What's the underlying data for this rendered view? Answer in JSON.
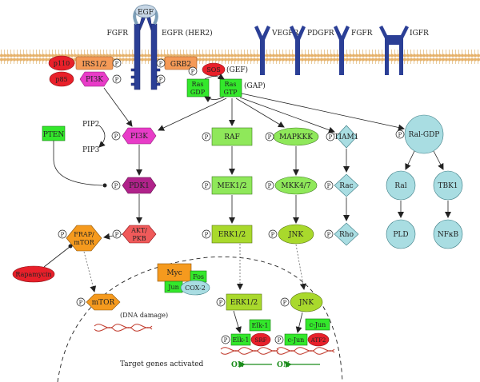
{
  "receptors": {
    "egf": "EGF",
    "fgfr_left": "FGFR",
    "egfr": "EGFR (HER2)",
    "vegfr": "VEGFR",
    "pdgfr": "PDGFR",
    "fgfr_right": "FGFR",
    "igfr": "IGFR"
  },
  "adaptors": {
    "p110": "p110",
    "p85": "p85",
    "irs": "IRS1/2",
    "pi3k_membrane": "PI3K",
    "grb2": "GRB2",
    "sos": "SOS",
    "gef": "(GEF)",
    "gap": "(GAP)",
    "ras_gdp": [
      "Ras",
      "GDP"
    ],
    "ras_gtp": [
      "Ras",
      "GTP"
    ]
  },
  "pi3k_branch": {
    "pten": "PTEN",
    "pip2": "PIP2",
    "pip3": "PIP3",
    "pi3k": "PI3K",
    "pdk1": "PDK1",
    "akt": [
      "AKT/",
      "PKB"
    ],
    "frap": [
      "FRAP/",
      "mTOR"
    ],
    "rapamycin": "Rapamycin"
  },
  "mapk_branch": {
    "raf": "RAF",
    "mek": "MEK1/2",
    "erk": "ERK1/2",
    "mapkkk": "MAPKKK",
    "mkk": "MKK4/7",
    "jnk": "JNK"
  },
  "rho_branch": {
    "tiam1": "TIAM1",
    "rac": "Rac",
    "rho": "Rho"
  },
  "ral_branch": {
    "ral_gdp": "Ral-GDP",
    "ral": "Ral",
    "tbk1": "TBK1",
    "pld": "PLD",
    "nfkb": "NFκB"
  },
  "nucleus": {
    "myc": "Myc",
    "fos": "Fos",
    "jun": "Jun",
    "cox2": "COX-2",
    "mtor": "mTOR",
    "dna_damage": "(DNA damage)",
    "erk_nuc": "ERK1/2",
    "elk1": "Elk-1",
    "elk1_bound": "Elk-1",
    "srf": "SRF",
    "jnk_nuc": "JNK",
    "cjun": "c-Jun",
    "cjun_bound": "c-Jun",
    "atf2": "ATF2",
    "on_left": "ON",
    "on_right": "ON",
    "target_genes": "Target genes activated"
  },
  "phospho_label": "P",
  "colors": {
    "membrane": "#e6b26a",
    "receptor": "#2b3f96",
    "red_protein": "#e8202a",
    "orange_protein": "#f59a57",
    "magenta_protein": "#e83cc8",
    "green_protein": "#33e82b",
    "light_green_protein": "#8fe85a",
    "olive_protein": "#a9d92c",
    "light_blue_protein": "#a9dde2",
    "dna": "#c0392b",
    "on_arrow": "#1a8c1a"
  }
}
